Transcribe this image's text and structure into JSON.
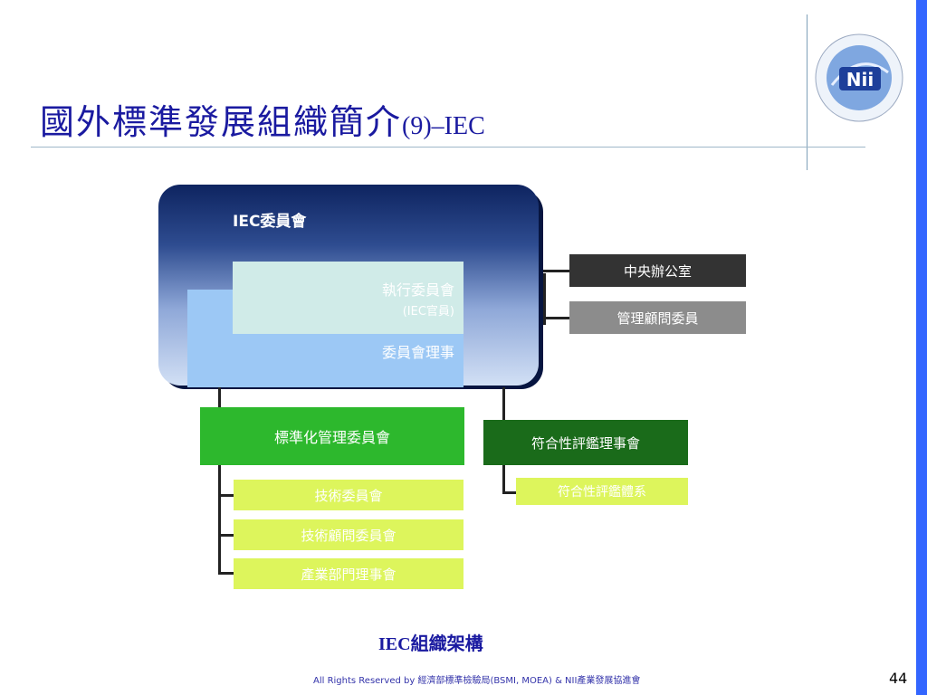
{
  "slide": {
    "title_main": "國外標準發展組織簡介",
    "title_suffix": "(9)–IEC",
    "logo_text": "Nii",
    "caption": "IEC組織架構",
    "footer": "All Rights Reserved by 經濟部標準檢驗局(BSMI, MOEA) & NII產業發展協進會",
    "page_number": "44"
  },
  "diagram": {
    "council": "IEC委員會",
    "exec_committee": "執行委員會",
    "exec_committee_sub": "(IEC官員)",
    "council_board": "委員會理事",
    "central_office": "中央辦公室",
    "management_advisory": "管理顧問委員",
    "standardization_board": "標準化管理委員會",
    "technical_committees": "技術委員會",
    "technical_advisory": "技術顧問委員會",
    "sector_boards": "產業部門理事會",
    "conformity_board": "符合性評鑑理事會",
    "conformity_systems": "符合性評鑑體系"
  },
  "colors": {
    "accent_blue": "#3366ff",
    "title_color": "#1a1aa0",
    "green_dark": "#1a6b1a",
    "green": "#2db82d",
    "lime": "#ddf55c"
  }
}
